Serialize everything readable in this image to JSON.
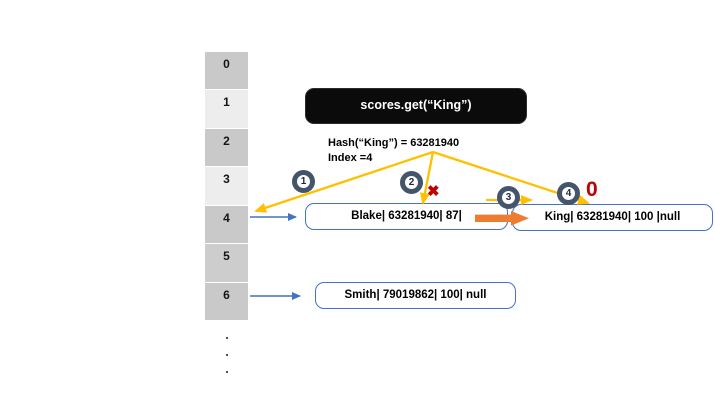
{
  "command_box": {
    "label": "scores.get(“King”)"
  },
  "hash_note": {
    "line1": "Hash(“King”) = 63281940",
    "line2": "Index =4"
  },
  "bucket_array": {
    "cells": [
      "0",
      "1",
      "2",
      "3",
      "4",
      "5",
      "6"
    ]
  },
  "ellipsis_dots": [
    ".",
    ".",
    "."
  ],
  "step_badges": [
    "1",
    "2",
    "3",
    "4"
  ],
  "marks": {
    "mismatch_x": "✖",
    "found_zero": "0"
  },
  "nodes": {
    "blake": "Blake| 63281940| 87|",
    "king": "King| 63281940| 100 |null",
    "smith": "Smith| 79019862| 100| null"
  },
  "colors": {
    "trace_arrow_yellow": "#FFC000",
    "pointer_arrow_blue": "#4472C4",
    "node_border_blue": "#4472C4",
    "badge_ring": "#44546A",
    "mark_red": "#C00000",
    "next_pointer_orange": "#ED7D31",
    "cell_gray": "#C9C9C9",
    "cell_light_gray": "#EDEDED",
    "command_background": "#0B0B0B"
  }
}
